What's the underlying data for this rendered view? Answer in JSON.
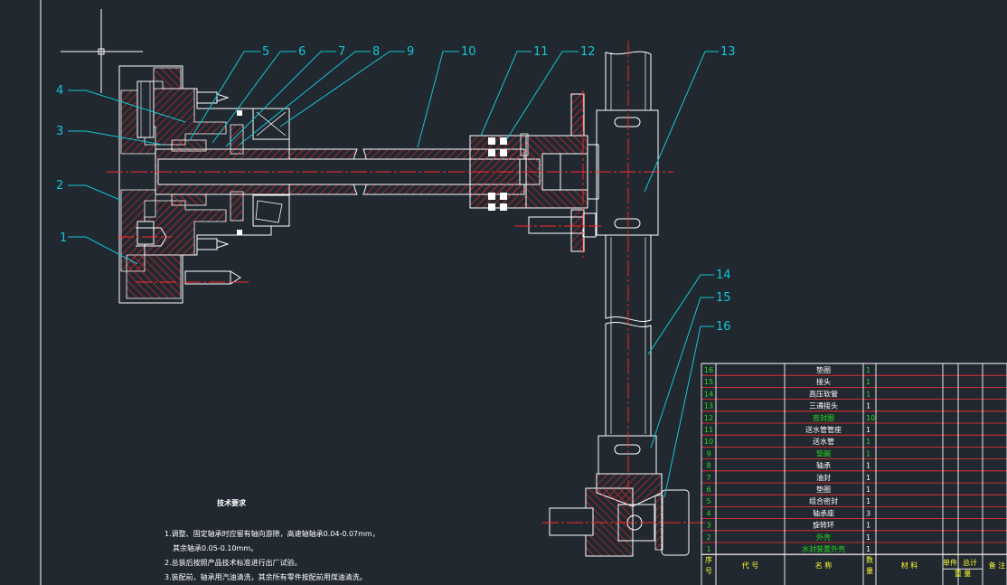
{
  "colors": {
    "background": "#212830",
    "outline": "#ffffff",
    "section": "#ff2a2a",
    "leader": "#13c6d3",
    "table_line": "#ffffff",
    "table_red": "#ff3030",
    "text_green": "#22dd22",
    "text_white": "#ffffff",
    "text_yellow": "#ffff33"
  },
  "part_labels": [
    "1",
    "2",
    "3",
    "4",
    "5",
    "6",
    "7",
    "8",
    "9",
    "10",
    "11",
    "12",
    "13",
    "14",
    "15",
    "16"
  ],
  "tech_requirements": {
    "title": "技术要求",
    "lines": [
      "1.调整、固定轴承时应留有轴向游隙，高速轴轴承0.04-0.07mm，",
      "其余轴承0.05-0.10mm。",
      "2.总装后按照产品技术标准进行出厂试验。",
      "3.装配前，轴承用汽油清洗，其余所有零件按配前用煤油清洗。"
    ]
  },
  "bom": {
    "rows": [
      {
        "no": "16",
        "name": "垫圈",
        "qty": "1"
      },
      {
        "no": "15",
        "name": "接头",
        "qty": "1"
      },
      {
        "no": "14",
        "name": "高压软管",
        "qty": "1"
      },
      {
        "no": "13",
        "name": "三通接头",
        "qty": "1"
      },
      {
        "no": "12",
        "name": "密封圈",
        "qty": "10"
      },
      {
        "no": "11",
        "name": "送水管管座",
        "qty": "1"
      },
      {
        "no": "10",
        "name": "送水管",
        "qty": "1"
      },
      {
        "no": "9",
        "name": "垫圈",
        "qty": "1"
      },
      {
        "no": "8",
        "name": "轴承",
        "qty": "1"
      },
      {
        "no": "7",
        "name": "油封",
        "qty": "1"
      },
      {
        "no": "6",
        "name": "垫圈",
        "qty": "1"
      },
      {
        "no": "5",
        "name": "组合密封",
        "qty": "1"
      },
      {
        "no": "4",
        "name": "轴承座",
        "qty": "3"
      },
      {
        "no": "3",
        "name": "旋转环",
        "qty": "1"
      },
      {
        "no": "2",
        "name": "外壳",
        "qty": "1"
      },
      {
        "no": "1",
        "name": "水封装置外壳",
        "qty": "1"
      }
    ],
    "header": {
      "no": "序号",
      "code": "代 号",
      "name": "名 称",
      "qty": "数量",
      "material": "材 料",
      "unit": "单件",
      "total": "总计",
      "weight": "重 量",
      "remark": "备 注"
    }
  }
}
